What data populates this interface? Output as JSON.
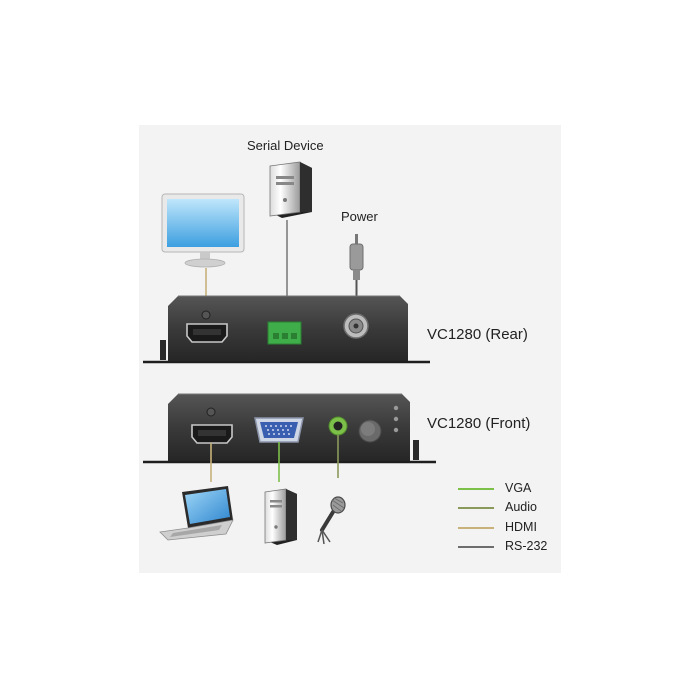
{
  "labels": {
    "serial_device": "Serial Device",
    "power": "Power",
    "rear": "VC1280 (Rear)",
    "front": "VC1280 (Front)"
  },
  "legend": [
    {
      "label": "VGA",
      "color": "#7cc04a"
    },
    {
      "label": "Audio",
      "color": "#8a9a5b"
    },
    {
      "label": "HDMI",
      "color": "#c8b27a"
    },
    {
      "label": "RS-232",
      "color": "#6d6d6d"
    }
  ],
  "colors": {
    "panel_bg": "#f3f3f3",
    "device_body": "#3a3a3a",
    "terminal_green": "#3fae4a",
    "vga_blue": "#3a5fb0"
  },
  "icons": [
    "monitor-icon",
    "tower-pc-icon",
    "power-plug-icon",
    "laptop-icon",
    "microphone-icon"
  ]
}
